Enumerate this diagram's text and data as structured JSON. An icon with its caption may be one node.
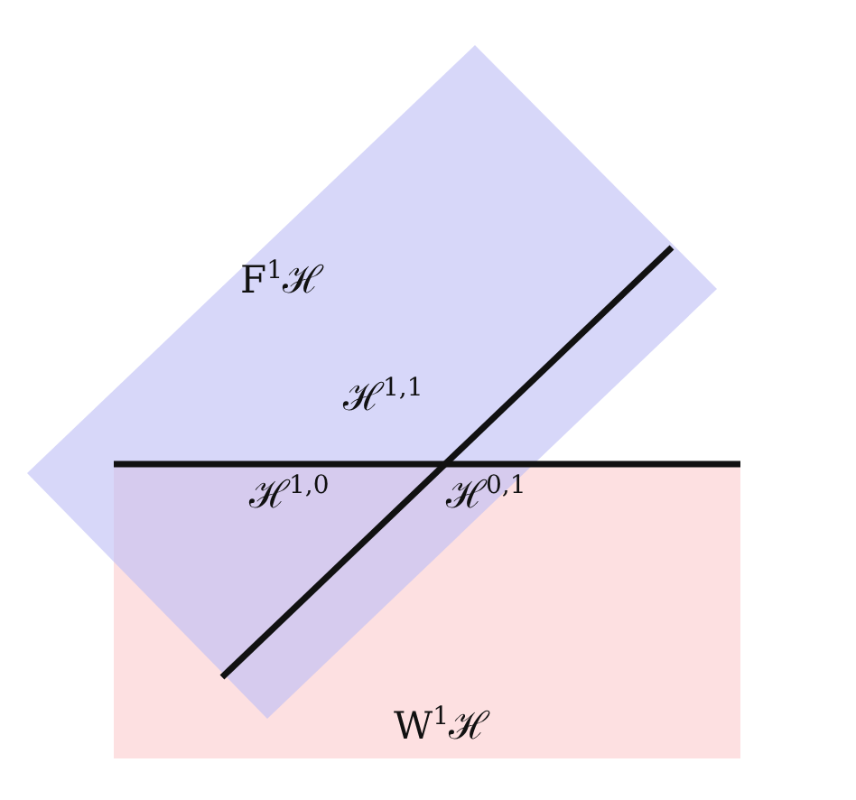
{
  "diagram": {
    "nodes": [
      {
        "text": [
          "W$^{1}$ℋ"
        ]
      },
      {
        "text": [
          "F$^{1}$ℋ"
        ]
      }
    ],
    "labels": [
      "ℋ$^{1,1}$",
      "ℋ$^{1,0}$",
      "ℋ$^{0,1}$"
    ]
  }
}
